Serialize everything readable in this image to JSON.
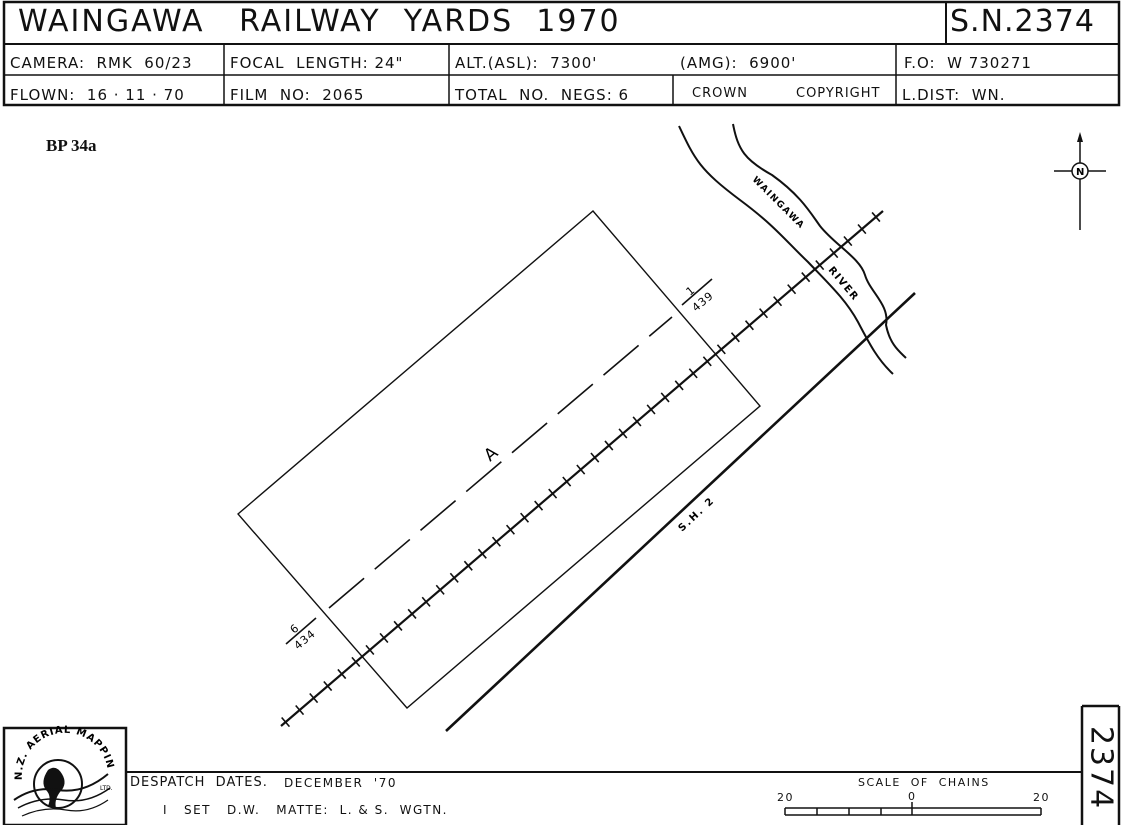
{
  "header": {
    "title": "WAINGAWA   RAILWAY  YARDS  1970",
    "sheet_number": "S.N.2374",
    "row1": {
      "camera": "CAMERA:  RMK  60/23",
      "focal_length": "FOCAL  LENGTH: 24\"",
      "alt_asl": "ALT.(ASL):  7300'",
      "amg": "(AMG):  6900'",
      "fo": "F.O:  W 730271"
    },
    "row2": {
      "flown": "FLOWN:  16 · 11 · 70",
      "film_no": "FILM  NO:  2065",
      "total_negs": "TOTAL  NO.  NEGS: 6",
      "crown": "CROWN",
      "copyright": "COPYRIGHT",
      "l_dist": "L.DIST:  WN."
    }
  },
  "reference": "BP 34a",
  "map": {
    "run_label": "A",
    "start_photo_top": "1",
    "start_photo_bottom": "439",
    "end_photo_top": "6",
    "end_photo_bottom": "434",
    "river_label_1": "WAINGAWA",
    "river_label_2": "RIVER",
    "road_label": "S.H. 2",
    "north_label": "N"
  },
  "footer": {
    "logo_text_arc": "N.Z. AERIAL MAPPING",
    "logo_text_small": "LTD.",
    "despatch_label": "DESPATCH  DATES.",
    "despatch_value": "DECEMBER  '70",
    "set_line": "I   SET   D.W.   MATTE:  L. & S.  WGTN.",
    "scale_title": "SCALE  OF  CHAINS",
    "scale_left": "20",
    "scale_mid": "0",
    "scale_right": "20",
    "side_number": "2374"
  },
  "colors": {
    "ink": "#111111",
    "paper": "#ffffff"
  }
}
